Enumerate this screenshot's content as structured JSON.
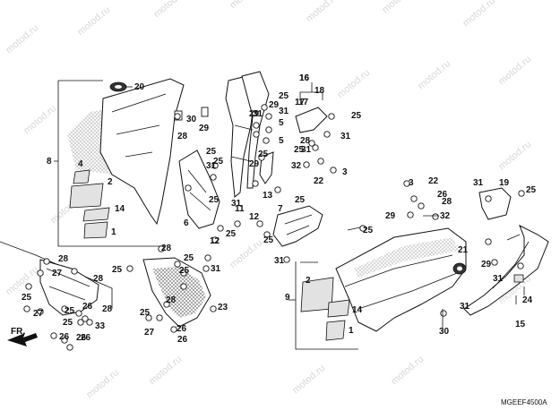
{
  "diagram": {
    "code": "MGEEF4500A",
    "fr_label": "FR.",
    "watermark": "motod.ru",
    "callouts": [
      "1",
      "2",
      "3",
      "4",
      "5",
      "6",
      "7",
      "8",
      "9",
      "11",
      "12",
      "13",
      "14",
      "15",
      "16",
      "17",
      "18",
      "19",
      "20",
      "21",
      "22",
      "23",
      "24",
      "25",
      "26",
      "27",
      "28",
      "29",
      "30",
      "31",
      "32",
      "33"
    ]
  }
}
